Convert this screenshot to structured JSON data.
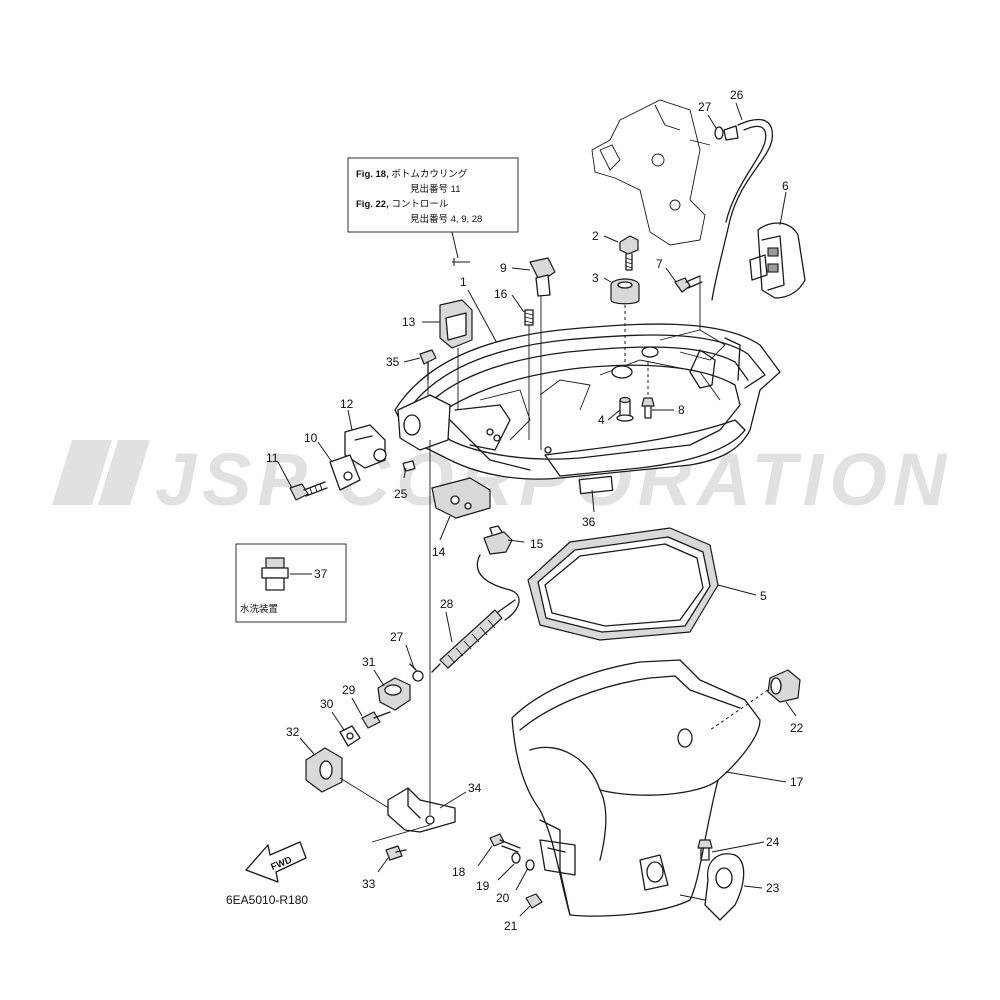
{
  "diagram_code": "6EA5010-R180",
  "watermark": "JSP CORPORATION",
  "reference_note": {
    "lines": [
      {
        "bold": "Fig. 18,",
        "text": "ボトムカウリング"
      },
      {
        "bold": "",
        "text": "見出番号 11"
      },
      {
        "bold": "Fig. 22,",
        "text": "コントロール"
      },
      {
        "bold": "",
        "text": "見出番号 4, 9, 28"
      }
    ],
    "item_ref": "1"
  },
  "inset_note": {
    "label": "水洗装置",
    "part": "37"
  },
  "fwd_label": "FWD",
  "callouts": [
    "1",
    "2",
    "3",
    "4",
    "5",
    "6",
    "7",
    "8",
    "9",
    "10",
    "11",
    "12",
    "13",
    "14",
    "15",
    "16",
    "17",
    "18",
    "19",
    "20",
    "21",
    "22",
    "23",
    "24",
    "25",
    "26",
    "27",
    "27",
    "28",
    "29",
    "30",
    "31",
    "32",
    "33",
    "34",
    "35",
    "36",
    "37"
  ]
}
